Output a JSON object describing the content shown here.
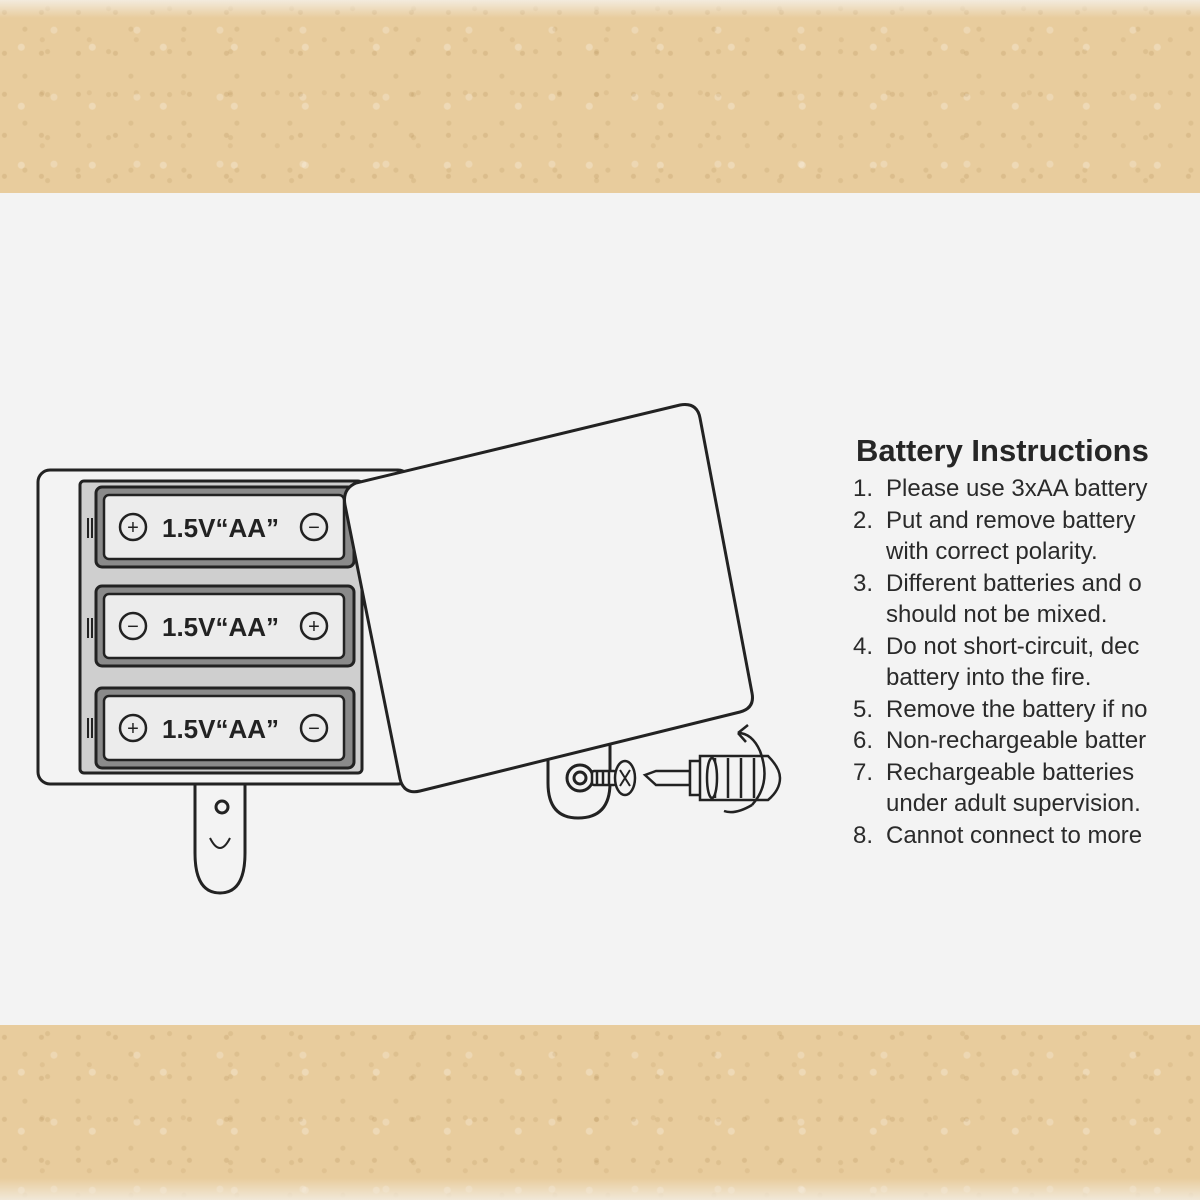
{
  "label": {
    "title": "Battery Instructions",
    "items": [
      {
        "num": "1.",
        "lines": [
          "Please use 3xAA battery"
        ]
      },
      {
        "num": "2.",
        "lines": [
          "Put and remove battery",
          "with correct polarity."
        ]
      },
      {
        "num": "3.",
        "lines": [
          "Different batteries and o",
          "should not be mixed."
        ]
      },
      {
        "num": "4.",
        "lines": [
          "Do not short-circuit, dec",
          "battery into the fire."
        ]
      },
      {
        "num": "5.",
        "lines": [
          "Remove the battery if no"
        ]
      },
      {
        "num": "6.",
        "lines": [
          "Non-rechargeable batter"
        ]
      },
      {
        "num": "7.",
        "lines": [
          "Rechargeable batteries",
          "under adult supervision."
        ]
      },
      {
        "num": "8.",
        "lines": [
          "Cannot connect to more"
        ]
      }
    ]
  },
  "illustration": {
    "batteries": [
      {
        "left_pole": "+",
        "text": "1.5V“AA”",
        "right_pole": "−"
      },
      {
        "left_pole": "−",
        "text": "1.5V“AA”",
        "right_pole": "+"
      },
      {
        "left_pole": "+",
        "text": "1.5V“AA”",
        "right_pole": "−"
      }
    ],
    "icons": [
      "battery-compartment",
      "battery-cover",
      "screw-icon",
      "screwdriver-icon",
      "rotation-arrow-icon"
    ]
  },
  "colors": {
    "kraft": "#e8cc9d",
    "label_bg": "#f3f3f3",
    "line": "#222222",
    "battery_gray": "#8a8a8a"
  }
}
